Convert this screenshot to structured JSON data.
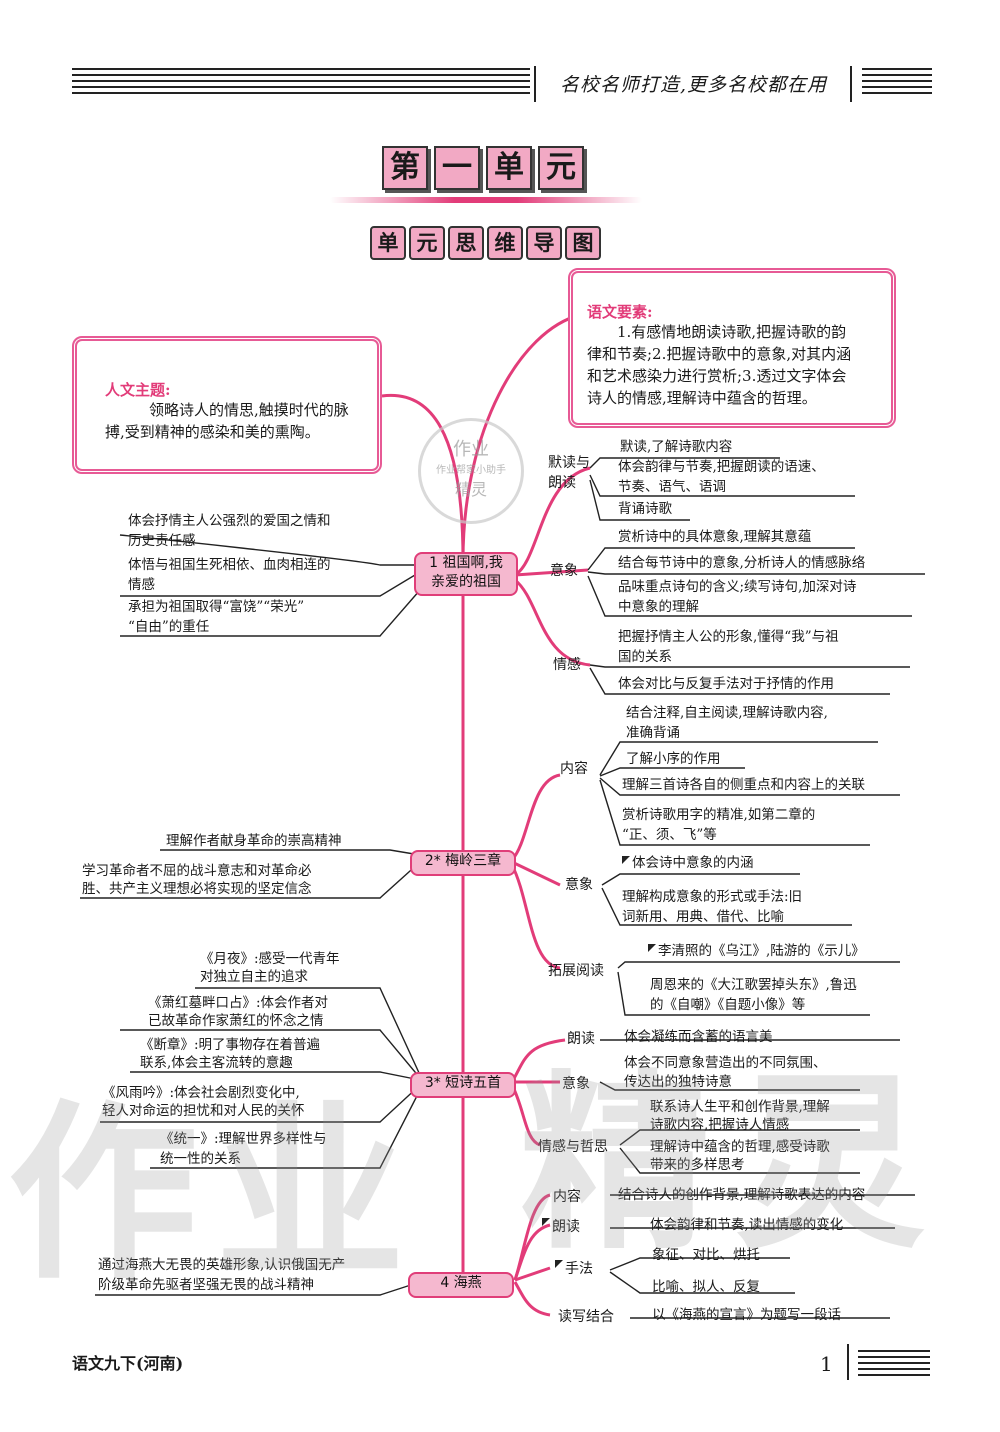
{
  "header": {
    "slogan": "名校名师打造,更多名校都在用"
  },
  "title": {
    "chars": [
      "第",
      "一",
      "单",
      "元"
    ]
  },
  "subtitle": {
    "chars": [
      "单",
      "元",
      "思",
      "维",
      "导",
      "图"
    ]
  },
  "humanistic": {
    "label": "人文主题:",
    "text1": "领略诗人的情思,触摸时代的脉",
    "text2": "搏,受到精神的感染和美的熏陶。"
  },
  "language": {
    "label": "语文要素:",
    "lines": [
      "1.有感情地朗读诗歌,把握诗歌的韵",
      "律和节奏;2.把握诗歌中的意象,对其内涵",
      "和艺术感染力进行赏析;3.透过文字体会",
      "诗人的情感,理解诗中蕴含的哲理。"
    ]
  },
  "stamp": {
    "line1": "作业",
    "line2": "作业帮家小助手",
    "line3": "精灵"
  },
  "nodes": {
    "n1a": "1 祖国啊,我",
    "n1b": "亲爱的祖国",
    "n2": "2* 梅岭三章",
    "n3": "3* 短诗五首",
    "n4": "4 海燕"
  },
  "lesson1": {
    "left": [
      "体会抒情主人公强烈的爱国之情和",
      "历史责任感",
      "体悟与祖国生死相依、血肉相连的",
      "情感",
      "承担为祖国取得“富饶”“荣光”",
      "“自由”的重任"
    ],
    "b1": "默读与",
    "b1b": "朗读",
    "b1_items": [
      "默读,了解诗歌内容",
      "体会韵律与节奏,把握朗读的语速、",
      "节奏、语气、语调",
      "背诵诗歌"
    ],
    "b2": "意象",
    "b2_items": [
      "赏析诗中的具体意象,理解其意蕴",
      "结合每节诗中的意象,分析诗人的情感脉络",
      "品味重点诗句的含义;续写诗句,加深对诗",
      "中意象的理解"
    ],
    "b3": "情感",
    "b3_items": [
      "把握抒情主人公的形象,懂得“我”与祖",
      "国的关系",
      "体会对比与反复手法对于抒情的作用"
    ]
  },
  "lesson2": {
    "left": [
      "理解作者献身革命的崇高精神",
      "学习革命者不屈的战斗意志和对革命必",
      "胜、共产主义理想必将实现的坚定信念"
    ],
    "b1": "内容",
    "b1_items": [
      "结合注释,自主阅读,理解诗歌内容,",
      "准确背诵",
      "了解小序的作用",
      "理解三首诗各自的侧重点和内容上的关联",
      "赏析诗歌用字的精准,如第二章的",
      "“正、须、飞”等"
    ],
    "b2": "意象",
    "b2_items": [
      "体会诗中意象的内涵",
      "理解构成意象的形式或手法:旧",
      "词新用、用典、借代、比喻"
    ],
    "b3": "拓展阅读",
    "b3_items": [
      "李清照的《乌江》,陆游的《示儿》",
      "周恩来的《大江歌罢掉头东》,鲁迅",
      "的《自嘲》《自题小像》等"
    ]
  },
  "lesson3": {
    "left": [
      "《月夜》:感受一代青年",
      "对独立自主的追求",
      "《萧红墓畔口占》:体会作者对",
      "已故革命作家萧红的怀念之情",
      "《断章》:明了事物存在着普遍",
      "联系,体会主客流转的意趣",
      "《风雨吟》:体会社会剧烈变化中,",
      "轻人对命运的担忧和对人民的关怀",
      "《统一》:理解世界多样性与",
      "统一性的关系"
    ],
    "b1": "朗读",
    "b1_item": "体会凝练而含蓄的语言美",
    "b2": "意象",
    "b2_items": [
      "体会不同意象营造出的不同氛围、",
      "传达出的独特诗意"
    ],
    "b3": "情感与哲思",
    "b3_items": [
      "联系诗人生平和创作背景,理解",
      "诗歌内容,把握诗人情感",
      "理解诗中蕴含的哲理,感受诗歌",
      "带来的多样思考"
    ]
  },
  "lesson4": {
    "left": [
      "通过海燕大无畏的英雄形象,认识俄国无产",
      "阶级革命先驱者坚强无畏的战斗精神"
    ],
    "b1": "内容",
    "b1_item": "结合诗人的创作背景,理解诗歌表达的内容",
    "b2": "朗读",
    "b2_item": "体会韵律和节奏,读出情感的变化",
    "b3": "手法",
    "b3_items": [
      "象征、对比、烘托",
      "比喻、拟人、反复"
    ],
    "b4": "读写结合",
    "b4_item": "以《海燕的宣言》为题写一段话"
  },
  "watermark": {
    "chars": [
      "作",
      "业",
      "精",
      "灵"
    ]
  },
  "footer": {
    "book": "语文九下(河南)",
    "page": "1"
  },
  "colors": {
    "accent": "#e23c79",
    "node_fill": "#f5b8cf",
    "frame": "#e75a95"
  }
}
